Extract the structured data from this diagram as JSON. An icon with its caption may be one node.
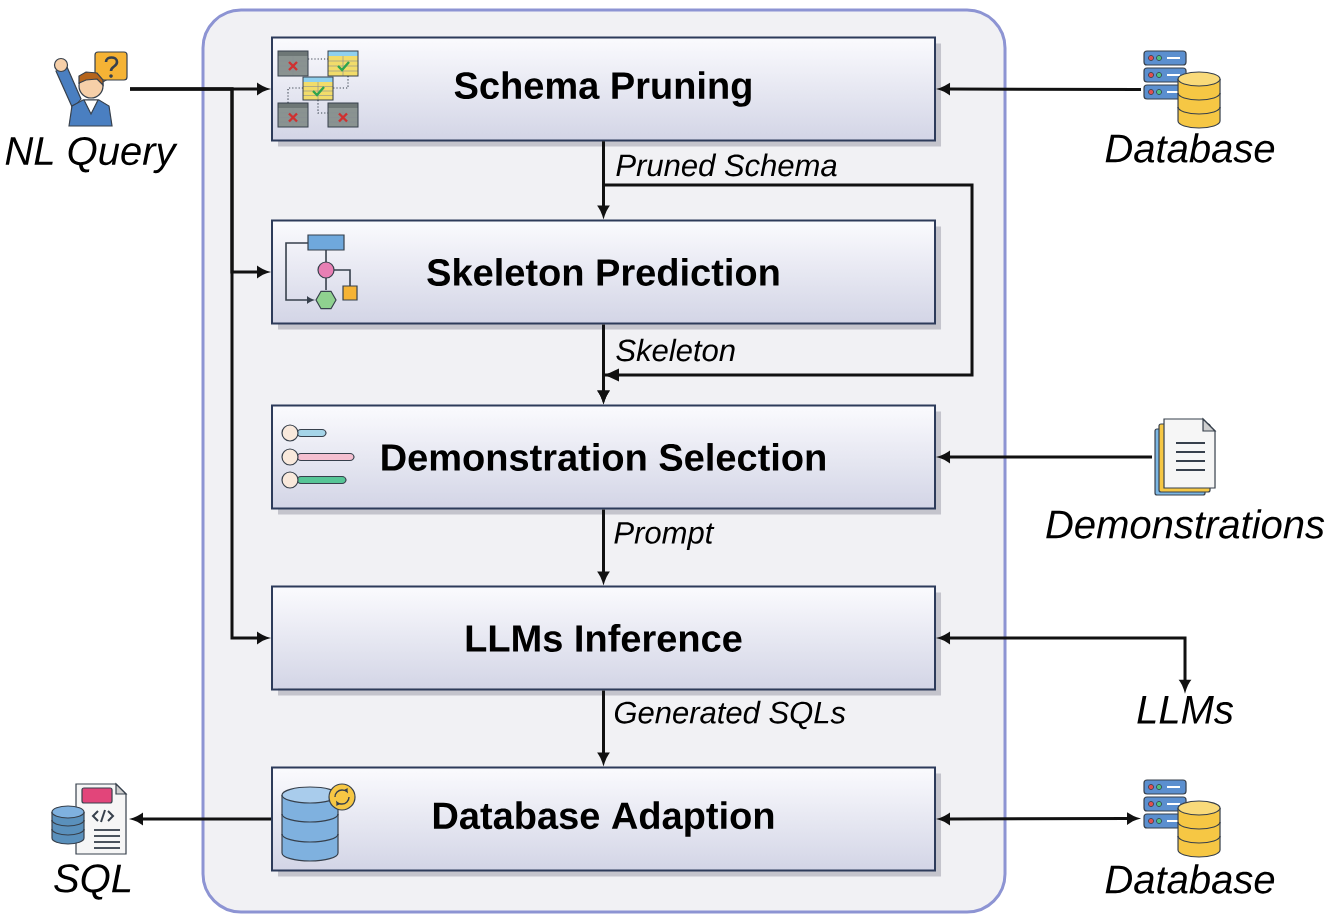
{
  "diagram": {
    "nodes": [
      {
        "text": [],
        "shape": "box"
      },
      {
        "text": [
          "Schema Pruning"
        ],
        "in": 0
      },
      {
        "text": [
          "Skeleton Prediction"
        ],
        "in": 0
      },
      {
        "text": [
          "Demonstration Selection"
        ],
        "in": 0
      },
      {
        "text": [
          "LLMs Inference"
        ],
        "in": 0
      },
      {
        "text": [
          "Database Adaption"
        ],
        "in": 0
      },
      {
        "text": [],
        "shape": "picture",
        "beside": [
          "NL Query"
        ]
      },
      {
        "text": [],
        "shape": "picture",
        "beside": [
          "Database"
        ]
      },
      {
        "text": [],
        "shape": "picture",
        "beside": [
          "Demonstrations"
        ]
      },
      {
        "text": [
          "LLMs"
        ]
      },
      {
        "text": [],
        "shape": "picture",
        "beside": [
          "Database"
        ]
      },
      {
        "text": [],
        "shape": "picture",
        "beside": [
          "SQL"
        ]
      }
    ],
    "edges": [
      {
        "from": 6,
        "to": 1,
        "arrow": "to"
      },
      {
        "from": 6,
        "to": 2,
        "arrow": "to"
      },
      {
        "from": 6,
        "to": 4,
        "arrow": "to"
      },
      {
        "from": 7,
        "to": 1,
        "arrow": "to"
      },
      {
        "from": 1,
        "to": 2,
        "arrow": "to",
        "label": "Pruned Schema"
      },
      {
        "from": 1,
        "to": 3,
        "arrow": "to"
      },
      {
        "from": 2,
        "to": 3,
        "arrow": "to",
        "label": "Skeleton"
      },
      {
        "from": 8,
        "to": 3,
        "arrow": "to"
      },
      {
        "from": 3,
        "to": 4,
        "arrow": "to",
        "label": "Prompt"
      },
      {
        "from": 4,
        "to": 9,
        "arrow": "both"
      },
      {
        "from": 4,
        "to": 5,
        "arrow": "to",
        "label": "Generated SQLs"
      },
      {
        "from": 5,
        "to": 11,
        "arrow": "to"
      },
      {
        "from": 5,
        "to": 10,
        "arrow": "both"
      }
    ]
  }
}
